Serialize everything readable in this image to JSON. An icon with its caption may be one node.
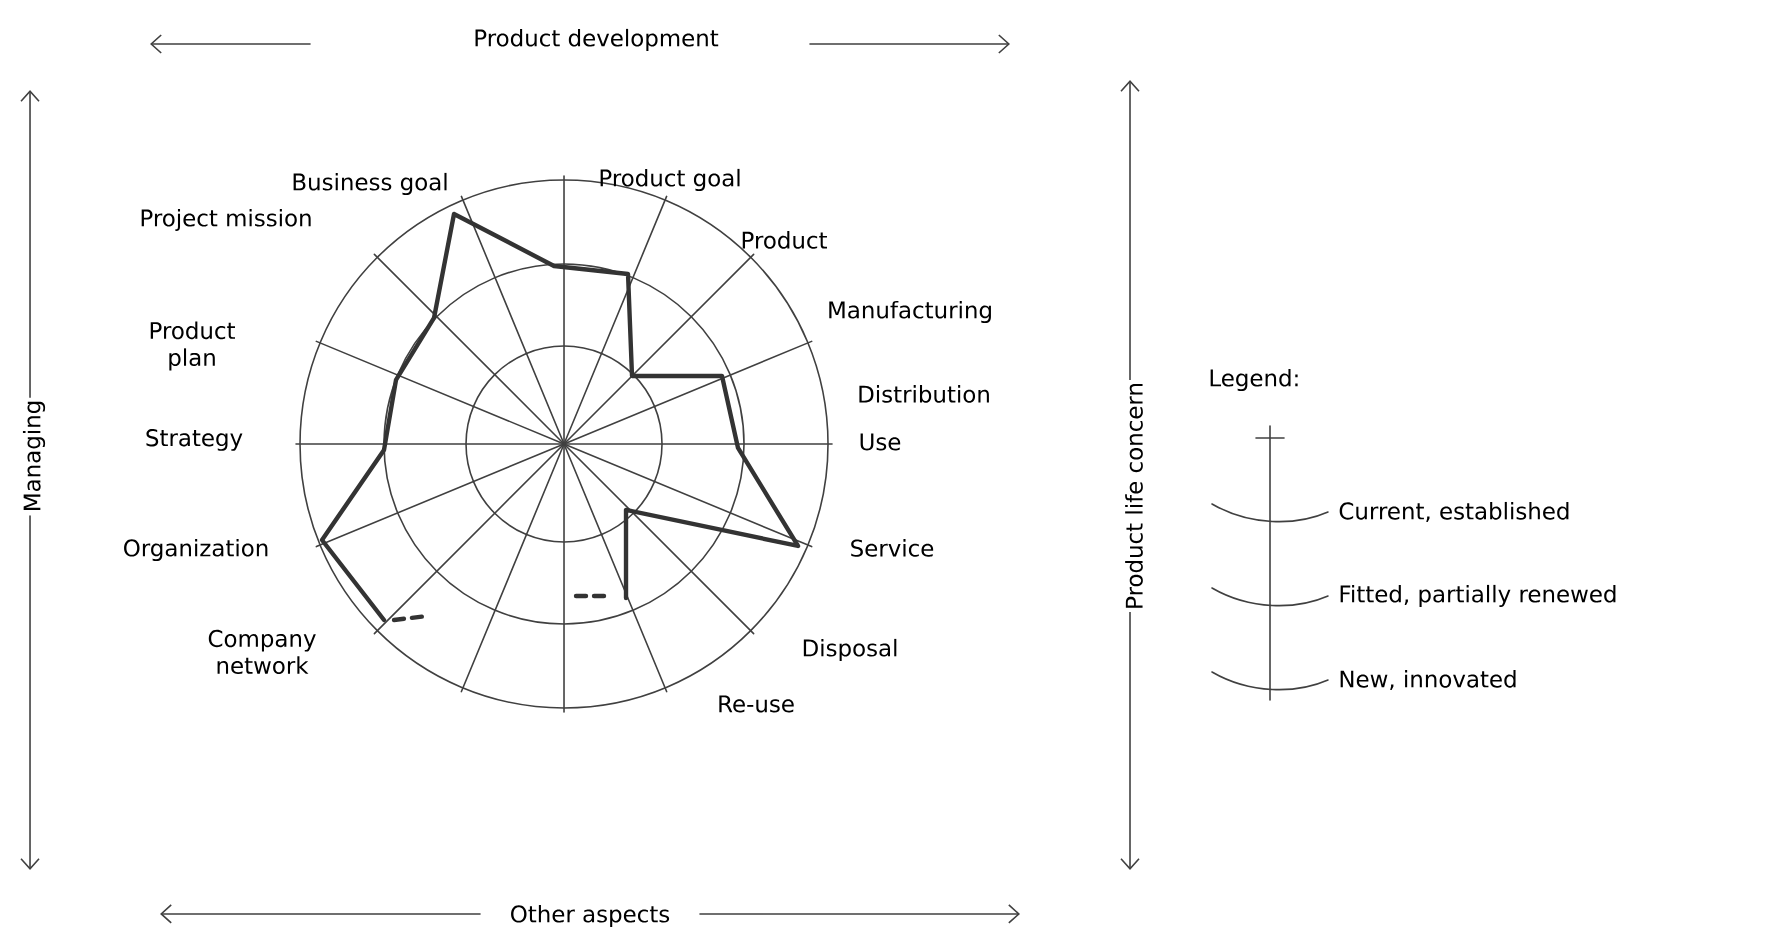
{
  "diagram": {
    "labels": [
      "Product development",
      "Business goal",
      "Product goal",
      "Project mission",
      "Product",
      "Manufacturing",
      "Product plan",
      "Distribution",
      "Legend:",
      "Managing",
      "Strategy",
      "Use",
      "Product life concern",
      "Organization",
      "Service",
      "Company network",
      "Disposal",
      "Re-use",
      "Other aspects"
    ],
    "legend": [
      {
        "text": "Current, established"
      },
      {
        "text": "Fitted, partially renewed"
      },
      {
        "text": "New, innovated"
      }
    ]
  }
}
